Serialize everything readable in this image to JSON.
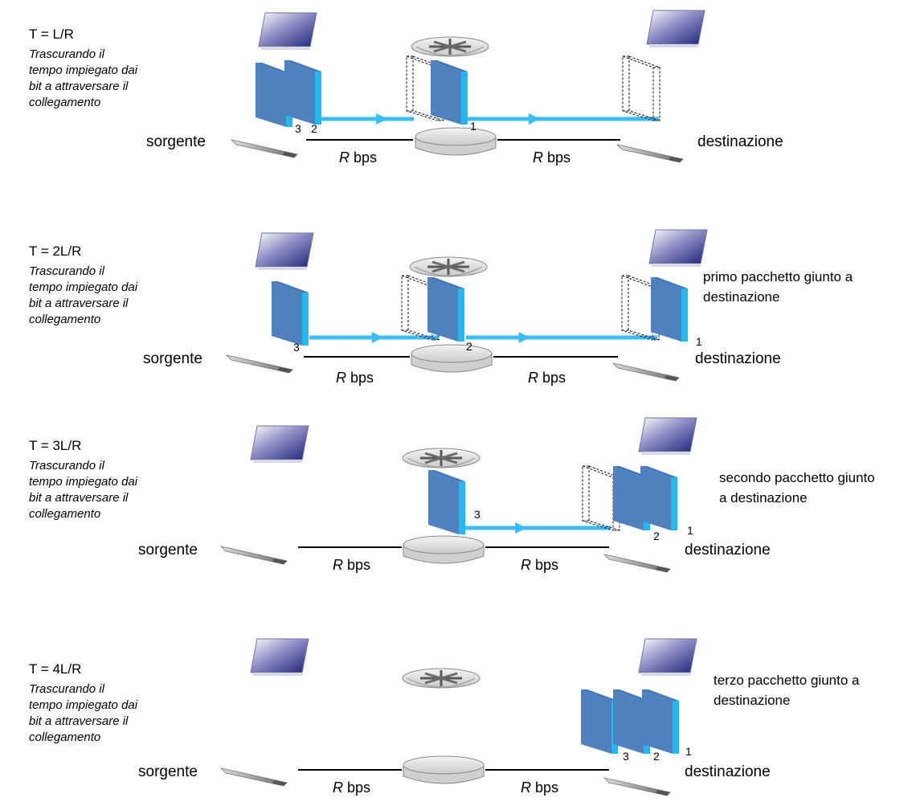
{
  "labels": {
    "source": "sorgente",
    "destination": "destinazione",
    "link_rate_italic": "R",
    "link_rate_unit": "bps",
    "note": [
      "Trascurando il",
      "tempo impiegato dai",
      "bit a attraversare il",
      "collegamento"
    ]
  },
  "colors": {
    "packet_face": "#4f81bd",
    "packet_side": "#25b8f0",
    "arrow": "#38bdf8",
    "link": "#000000"
  },
  "panels": [
    {
      "time_label": "T = L/R",
      "status": [],
      "numbers": [
        "3",
        "2",
        "1"
      ]
    },
    {
      "time_label": "T = 2L/R",
      "status": [
        "primo pacchetto giunto a",
        "destinazione"
      ],
      "numbers": [
        "3",
        "2",
        "1"
      ]
    },
    {
      "time_label": "T = 3L/R",
      "status": [
        "secondo pacchetto giunto",
        "a destinazione"
      ],
      "numbers": [
        "3",
        "2",
        "1"
      ]
    },
    {
      "time_label": "T = 4L/R",
      "status": [
        "terzo pacchetto giunto a",
        "destinazione"
      ],
      "numbers": [
        "3",
        "2",
        "1"
      ]
    }
  ]
}
